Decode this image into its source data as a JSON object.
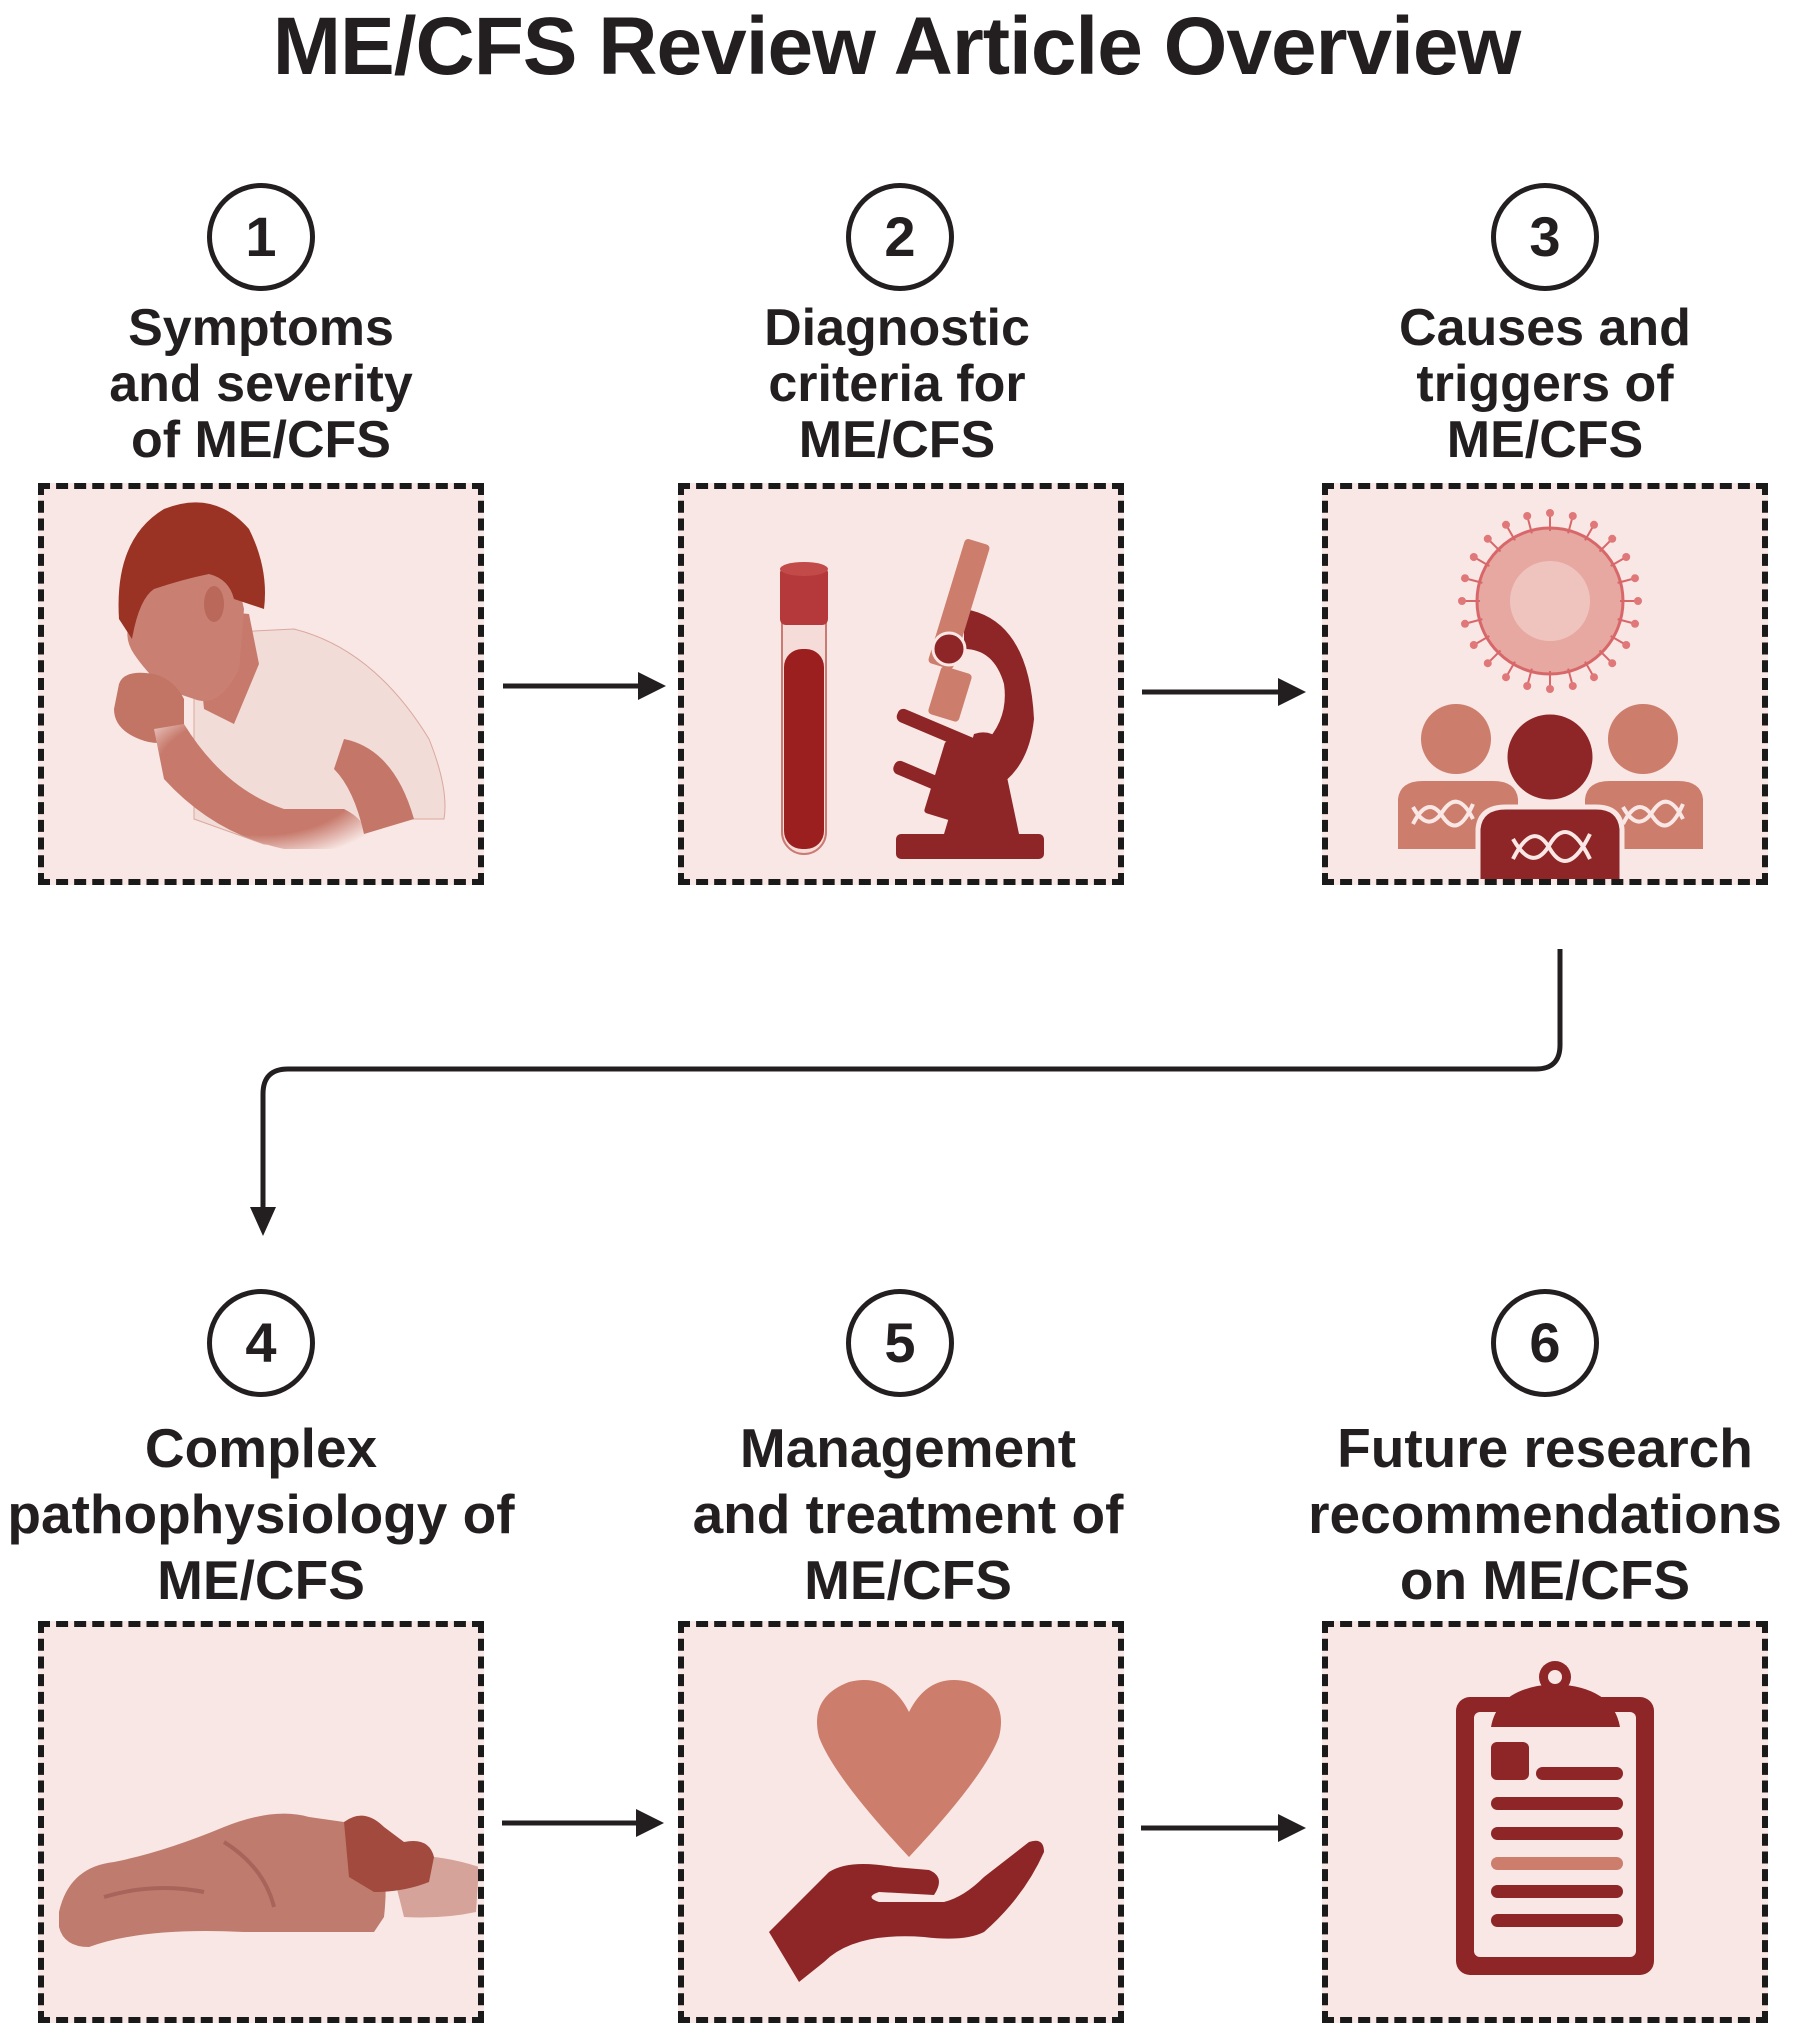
{
  "title": "ME/CFS Review Article Overview",
  "colors": {
    "box_fill": "#f8e7e4",
    "dark_red": "#8e2628",
    "mid_red": "#cd7d6c",
    "text": "#231f20"
  },
  "steps": [
    {
      "number": "1",
      "lines": [
        "Symptoms",
        "and severity",
        "of ME/CFS"
      ],
      "icon": "coughing-person-icon"
    },
    {
      "number": "2",
      "lines": [
        "Diagnostic",
        "criteria for",
        "ME/CFS"
      ],
      "icon": "blood-tube-microscope-icon"
    },
    {
      "number": "3",
      "lines": [
        "Causes and",
        "triggers of",
        "ME/CFS"
      ],
      "icon": "virus-genetics-people-icon"
    },
    {
      "number": "4",
      "lines": [
        "Complex",
        "pathophysiology of",
        "ME/CFS"
      ],
      "icon": "bedridden-person-icon"
    },
    {
      "number": "5",
      "lines": [
        "Management",
        "and treatment of",
        "ME/CFS"
      ],
      "icon": "heart-in-hand-icon"
    },
    {
      "number": "6",
      "lines": [
        "Future research",
        "recommendations",
        "on ME/CFS"
      ],
      "icon": "clipboard-icon"
    }
  ],
  "flow": [
    "1→2",
    "2→3",
    "3→4",
    "4→5",
    "5→6"
  ]
}
